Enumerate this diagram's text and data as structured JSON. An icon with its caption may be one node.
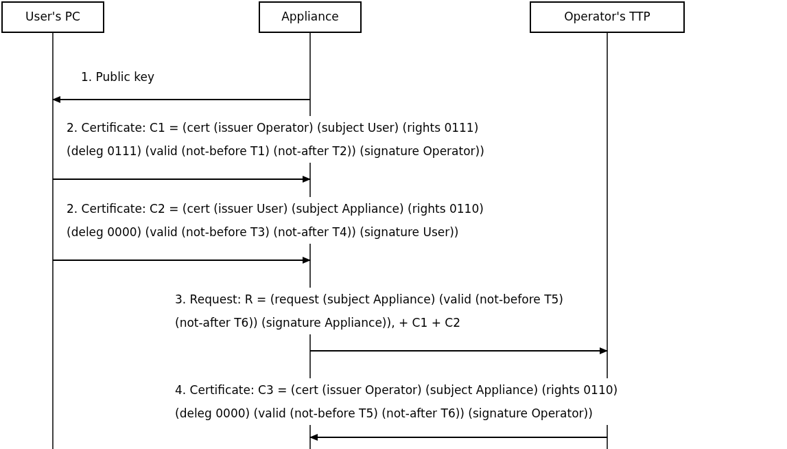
{
  "diagram": {
    "nodes": [
      {
        "text": [
          "User's PC"
        ]
      },
      {
        "text": [
          "Appliance"
        ]
      },
      {
        "text": [
          "Operator's TTP"
        ]
      }
    ],
    "edges": [
      {
        "from": 1,
        "to": 0,
        "arrow": "to",
        "label": "1. Public key"
      },
      {
        "from": 0,
        "to": 1,
        "arrow": "to",
        "label": "2. Certificate: C1 = (cert (issuer Operator) (subject User) (rights 0111) (deleg 0111) (valid (not-before T1) (not-after T2)) (signature Operator))"
      },
      {
        "from": 0,
        "to": 1,
        "arrow": "to",
        "label": "2. Certificate: C2 = (cert (issuer User) (subject Appliance) (rights 0110) (deleg 0000) (valid (not-before T3) (not-after T4)) (signature User))"
      },
      {
        "from": 1,
        "to": 2,
        "arrow": "to",
        "label": "3. Request: R = (request (subject Appliance) (valid (not-before T5) (not-after T6)) (signature Appliance)), + C1 + C2"
      },
      {
        "from": 2,
        "to": 1,
        "arrow": "to",
        "label": "4. Certificate: C3 = (cert (issuer Operator) (subject Appliance) (rights 0110) (deleg 0000) (valid (not-before T5) (not-after T6)) (signature Operator))"
      }
    ]
  }
}
